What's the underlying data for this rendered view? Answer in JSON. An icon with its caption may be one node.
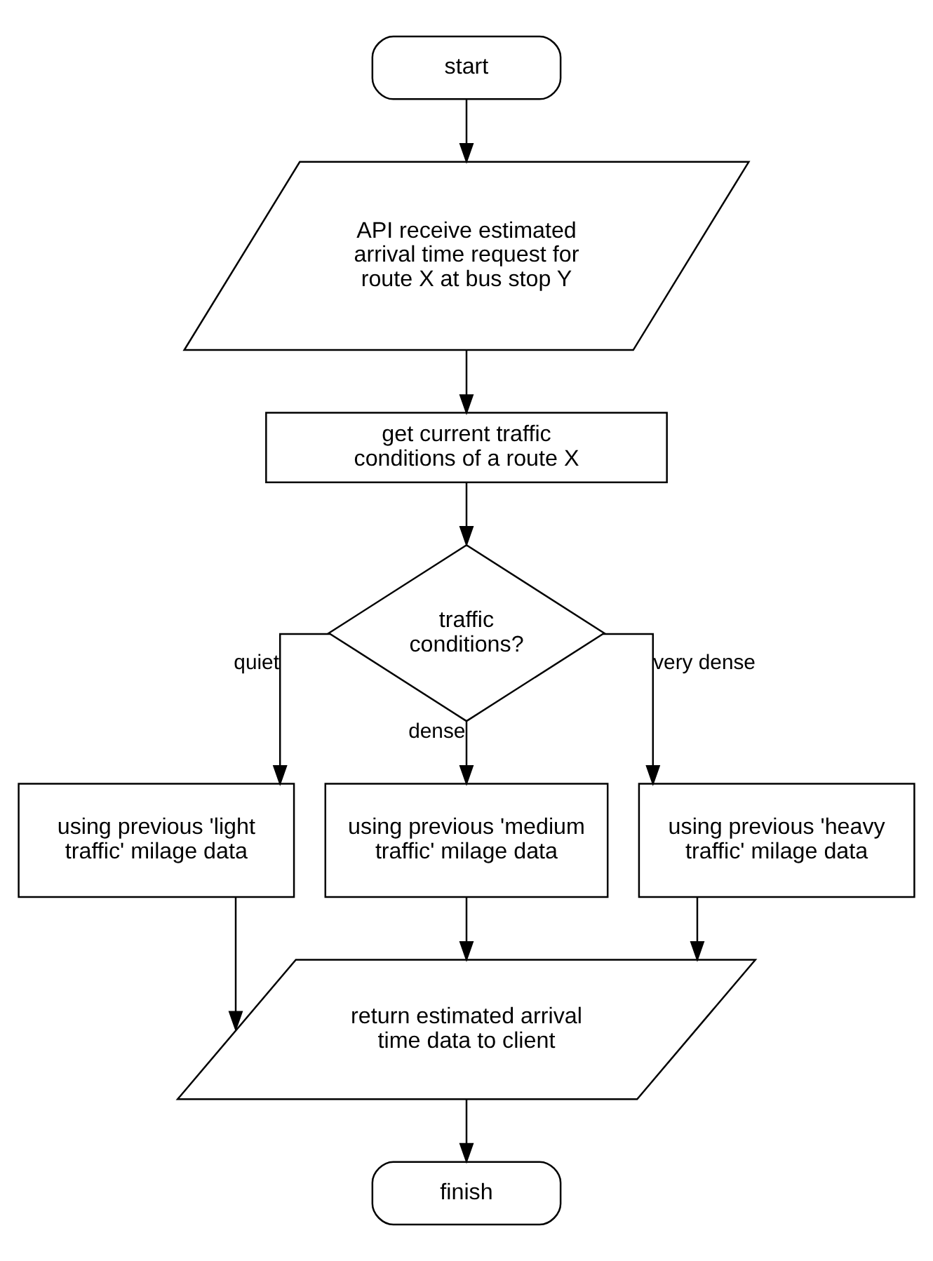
{
  "diagram": {
    "nodes": [
      {
        "text": [
          "start"
        ]
      },
      {
        "text": [
          "API receive estimated arrival time request for route X at bus stop Y"
        ]
      },
      {
        "text": [
          "get current traffic conditions of a route X"
        ]
      },
      {
        "text": [
          "traffic conditions?"
        ]
      },
      {
        "text": [
          "using previous 'light traffic' milage data"
        ]
      },
      {
        "text": [
          "using previous 'medium traffic' milage data"
        ]
      },
      {
        "text": [
          "using previous 'heavy traffic' milage data"
        ]
      },
      {
        "text": [
          "return estimated arrival time data to client"
        ]
      },
      {
        "text": [
          "finish"
        ]
      }
    ],
    "edges": [
      {
        "from": 0,
        "to": 1,
        "arrow": "to"
      },
      {
        "from": 1,
        "to": 2,
        "arrow": "to"
      },
      {
        "from": 2,
        "to": 3,
        "arrow": "to"
      },
      {
        "from": 3,
        "to": 4,
        "arrow": "to",
        "label": "quiet"
      },
      {
        "from": 3,
        "to": 5,
        "arrow": "to",
        "label": "dense"
      },
      {
        "from": 3,
        "to": 6,
        "arrow": "to",
        "label": "very dense"
      },
      {
        "from": 4,
        "to": 7,
        "arrow": "to"
      },
      {
        "from": 5,
        "to": 7,
        "arrow": "to"
      },
      {
        "from": 6,
        "to": 7,
        "arrow": "to"
      },
      {
        "from": 7,
        "to": 8,
        "arrow": "to"
      }
    ]
  }
}
